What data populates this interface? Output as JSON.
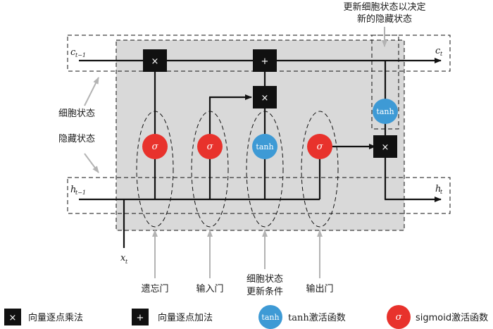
{
  "labels": {
    "c_prev": "c",
    "c_prev_sub": "t−1",
    "c_next": "c",
    "c_next_sub": "t",
    "h_prev": "h",
    "h_prev_sub": "t−1",
    "h_next": "h",
    "h_next_sub": "t",
    "x_in": "x",
    "x_in_sub": "t",
    "cell_state": "细胞状态",
    "hidden_state": "隐藏状态",
    "top_note_line1": "更新细胞状态以决定",
    "top_note_line2": "新的隐藏状态",
    "forget_gate": "遗忘门",
    "input_gate": "输入门",
    "update_line1": "细胞状态",
    "update_line2": "更新条件",
    "output_gate": "输出门"
  },
  "nodes": {
    "sigma": "σ",
    "tanh": "tanh",
    "multiply": "×",
    "add": "+"
  },
  "legend": {
    "multiply_symbol": "×",
    "multiply_label": "向量逐点乘法",
    "add_symbol": "+",
    "add_label": "向量逐点加法",
    "tanh_symbol": "tanh",
    "tanh_label_prefix": "tanh",
    "tanh_label_suffix": "激活函数",
    "sigma_symbol": "σ",
    "sigma_label": "sigmoid激活函数"
  },
  "colors": {
    "sigma_fill": "#e8322c",
    "tanh_fill": "#3e9ad5",
    "op_fill": "#111111",
    "cell_bg": "#d9d9d9"
  }
}
